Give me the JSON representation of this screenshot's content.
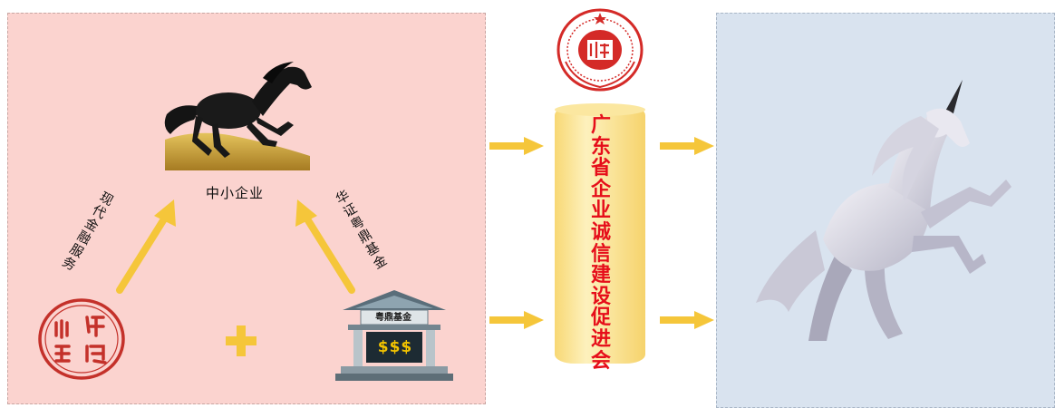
{
  "diagram": {
    "center_node": {
      "label": "中小企业",
      "icon": "black-horse"
    },
    "left_edge_label": "现代金融服务",
    "right_edge_label": "华证粤鼎基金",
    "bank": {
      "sign": "粤鼎基金",
      "money": "$$$"
    },
    "seal": {
      "icon": "red-seal-stamp"
    },
    "plus_symbol": "plus-icon",
    "association": {
      "name": "广东省企业诚信建设促进会",
      "emblem": "association-emblem"
    },
    "result": {
      "icon": "white-unicorn"
    }
  },
  "colors": {
    "left_panel": "#fbd3cf",
    "right_panel": "#d9e3ef",
    "arrow": "#f5c63a",
    "column_fill": "#fde9a2",
    "title_red": "#e60e1a"
  }
}
